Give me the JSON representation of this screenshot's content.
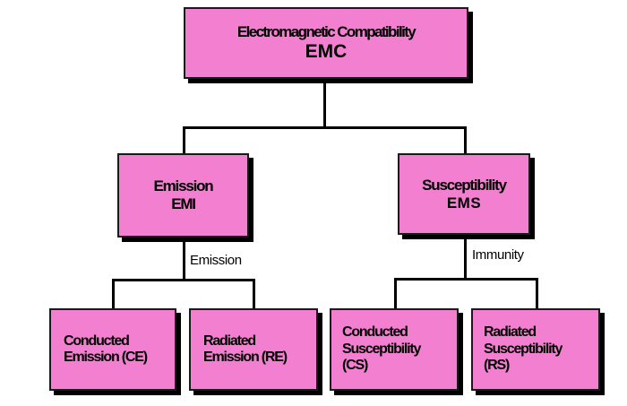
{
  "root": {
    "line1": "Electromagnetic Compatibility",
    "line2": "EMC"
  },
  "emission": {
    "line1": "Emission",
    "line2": "EMI",
    "branch_label": "Emission",
    "children": [
      {
        "line1": "Conducted",
        "line2": "Emission (CE)"
      },
      {
        "line1": "Radiated",
        "line2": "Emission (RE)"
      }
    ]
  },
  "susceptibility": {
    "line1": "Susceptibility",
    "line2": "EMS",
    "branch_label": "Immunity",
    "children": [
      {
        "line1": "Conducted",
        "line2": "Susceptibility",
        "line3": "(CS)"
      },
      {
        "line1": "Radiated",
        "line2": "Susceptibility",
        "line3": "(RS)"
      }
    ]
  },
  "colors": {
    "box_fill": "#f27fcf",
    "border": "#1a1a1a",
    "shadow": "#000000"
  }
}
